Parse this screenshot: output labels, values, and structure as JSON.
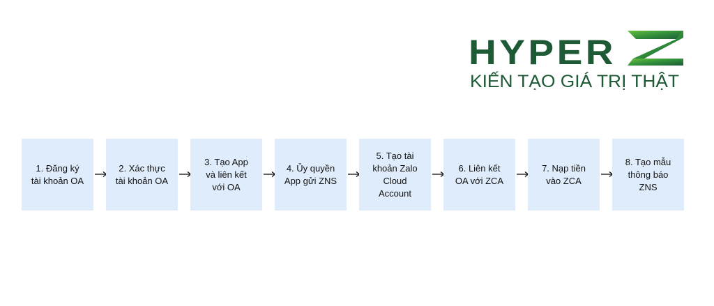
{
  "brand": {
    "name_left": "HYPER",
    "name_right": "Z",
    "tagline": "KIẾN TẠO GIÁ TRỊ THẬT",
    "colors": {
      "dark_green": "#1f5a36",
      "light_green": "#4fae3c",
      "tagline": "#1f5a36"
    }
  },
  "steps": [
    {
      "label": "1. Đăng ký\ntài khoản OA"
    },
    {
      "label": "2. Xác thực\ntài khoản OA"
    },
    {
      "label": "3. Tạo App\nvà liên kết\nvới OA"
    },
    {
      "label": "4. Ủy quyền\nApp gửi ZNS"
    },
    {
      "label": "5. Tạo tài\nkhoản Zalo\nCloud\nAccount"
    },
    {
      "label": "6. Liên kết\nOA với ZCA"
    },
    {
      "label": "7. Nạp tiền\nvào ZCA"
    },
    {
      "label": "8. Tạo mẫu\nthông báo\nZNS"
    }
  ],
  "colors": {
    "step_fill": "#dfecfb",
    "arrow": "#111111"
  }
}
